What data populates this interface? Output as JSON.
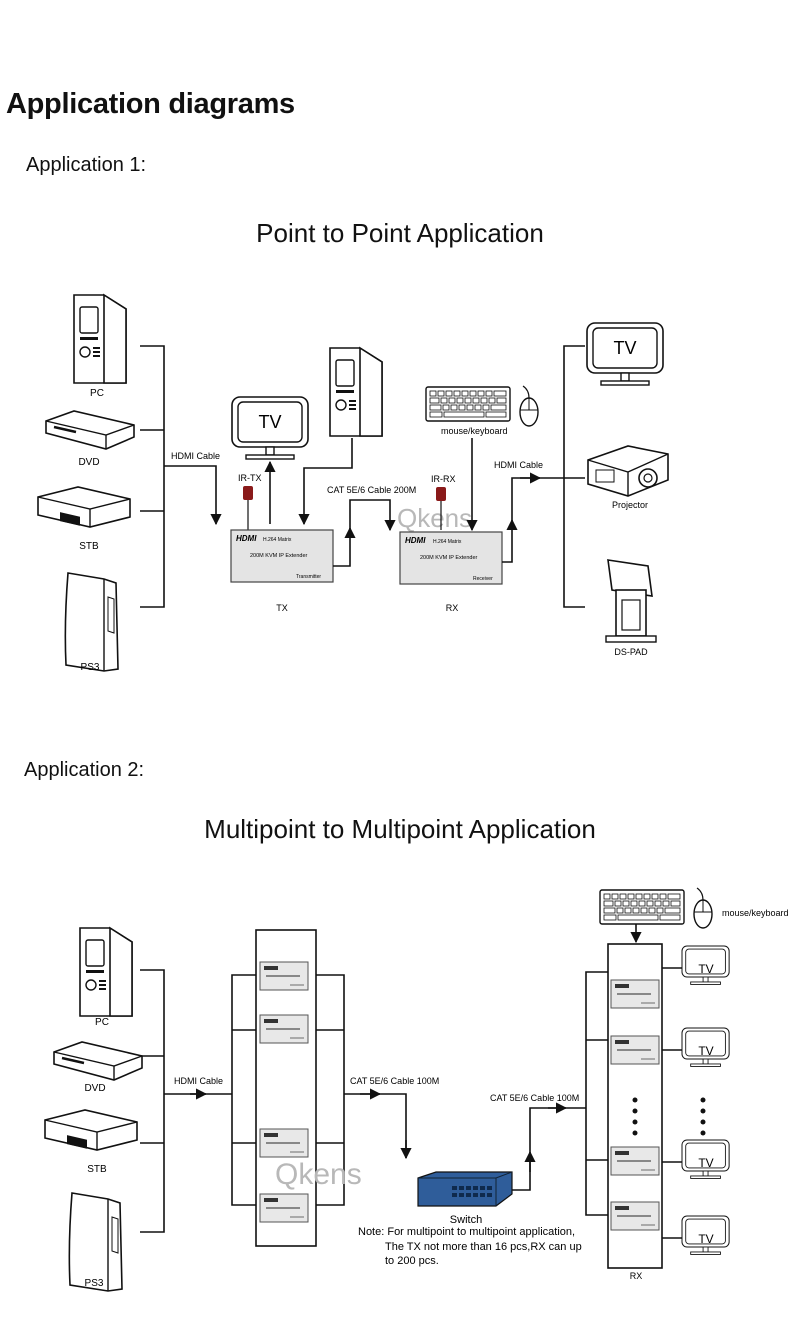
{
  "heading": "Application diagrams",
  "app1": {
    "label": "Application 1:",
    "title": "Point to Point Application",
    "sources": [
      "PC",
      "DVD",
      "STB",
      "PS3"
    ],
    "hdmi_in": "HDMI Cable",
    "tv": "TV",
    "ir_tx": "IR-TX",
    "ir_rx": "IR-RX",
    "cat_cable": "CAT 5E/6 Cable 200M",
    "mouse_keyboard": "mouse/keyboard",
    "hdmi_out": "HDMI Cable",
    "watermark": "Qkens",
    "tx_box": {
      "brand": "HDMI",
      "line1": "H.264 Matrix",
      "line2": "200M KVM IP Extender",
      "line3": "Transmitter"
    },
    "rx_box": {
      "brand": "HDMI",
      "line1": "H.264 Matrix",
      "line2": "200M KVM IP Extender",
      "line3": "Receiver"
    },
    "tx_label": "TX",
    "rx_label": "RX",
    "displays": [
      "TV",
      "Projector",
      "DS-PAD"
    ]
  },
  "app2": {
    "label": "Application 2:",
    "title": "Multipoint to Multipoint Application",
    "sources": [
      "PC",
      "DVD",
      "STB",
      "PS3"
    ],
    "hdmi_in": "HDMI Cable",
    "cat_cable_1": "CAT 5E/6 Cable 100M",
    "cat_cable_2": "CAT 5E/6 Cable 100M",
    "watermark": "Qkens",
    "switch_label": "Switch",
    "note_lines": [
      "Note: For multipoint to multipoint application,",
      "The TX not more than 16 pcs,RX can up",
      "to 200 pcs."
    ],
    "mouse_keyboard": "mouse/keyboard",
    "rx_label": "RX",
    "tv": "TV"
  },
  "colors": {
    "ink": "#111111",
    "ir_red": "#8a1a1a",
    "switch_blue": "#2f5d9a",
    "watermark": "#b8b8b8"
  }
}
